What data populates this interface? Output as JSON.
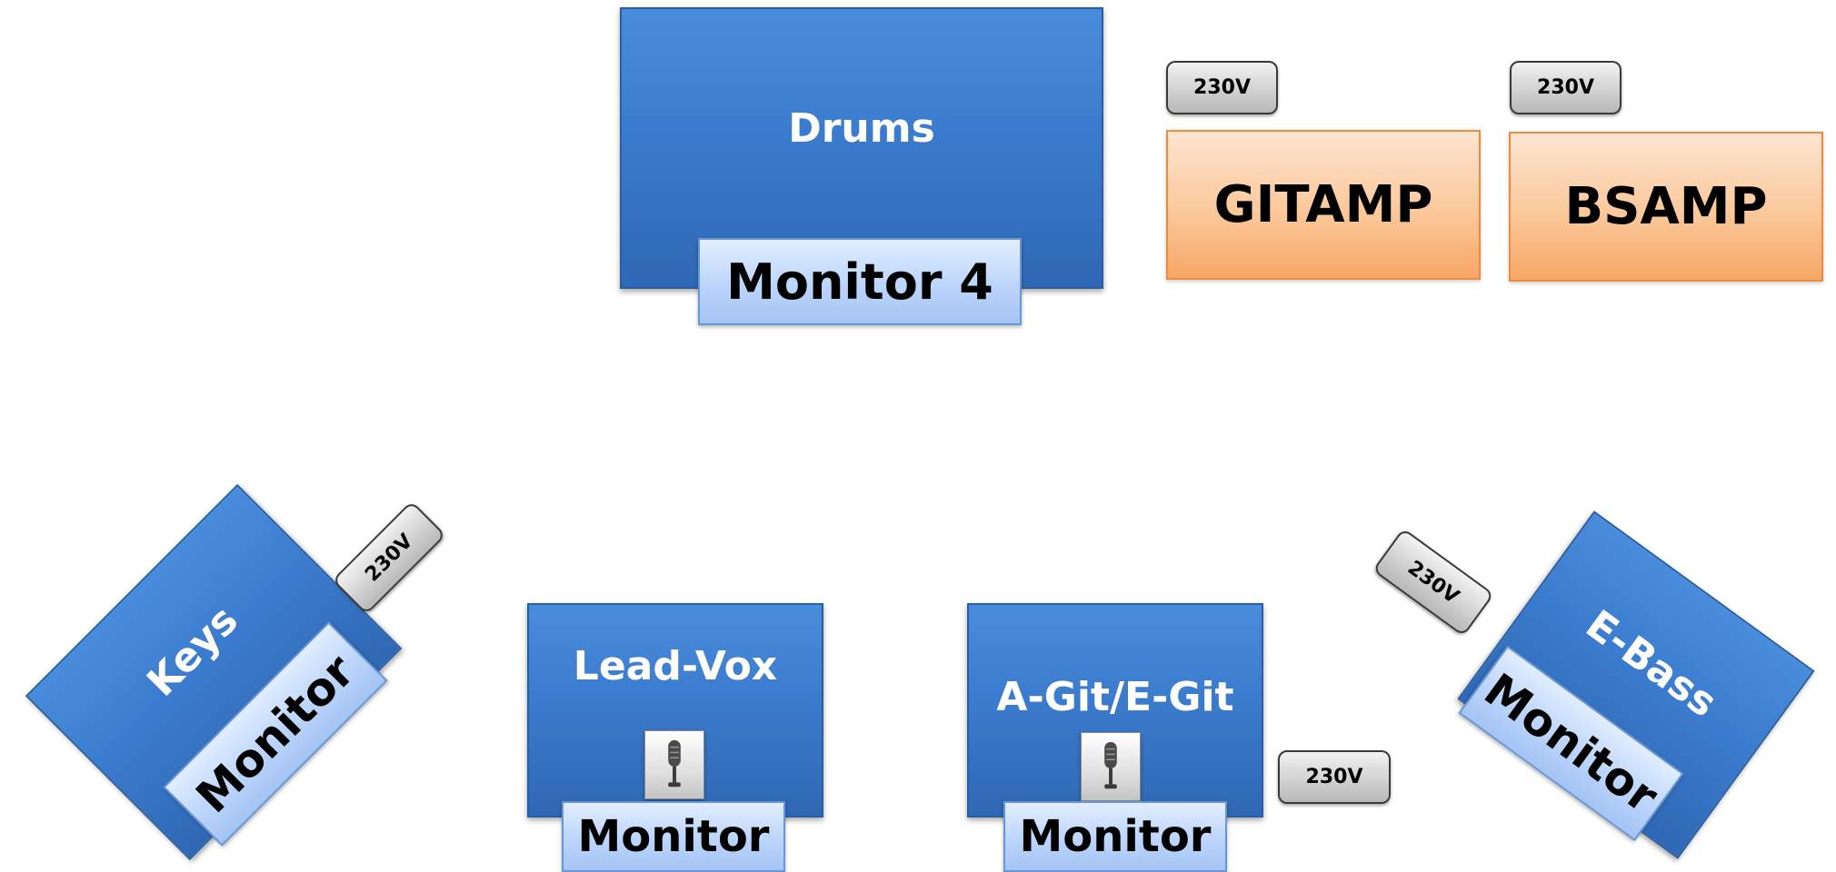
{
  "drums": {
    "label": "Drums",
    "monitor": "Monitor 4"
  },
  "amps": [
    {
      "label": "GITAMP",
      "voltage": "230V"
    },
    {
      "label": "BSAMP",
      "voltage": "230V"
    }
  ],
  "keys": {
    "label": "Keys",
    "monitor": "Monitor",
    "voltage": "230V"
  },
  "lead_vox": {
    "label": "Lead-Vox",
    "monitor": "Monitor",
    "mic_icon": "microphone-icon"
  },
  "agit": {
    "label": "A-Git/E-Git",
    "monitor": "Monitor",
    "voltage": "230V",
    "mic_icon": "microphone-icon"
  },
  "ebass": {
    "label": "E-Bass",
    "monitor": "Monitor",
    "voltage": "230V"
  },
  "colors": {
    "station_blue": "#3b7bcd",
    "monitor_light_blue": "#bcd5fb",
    "amp_orange": "#fbc89a",
    "power_gray": "#d2d2d2"
  }
}
